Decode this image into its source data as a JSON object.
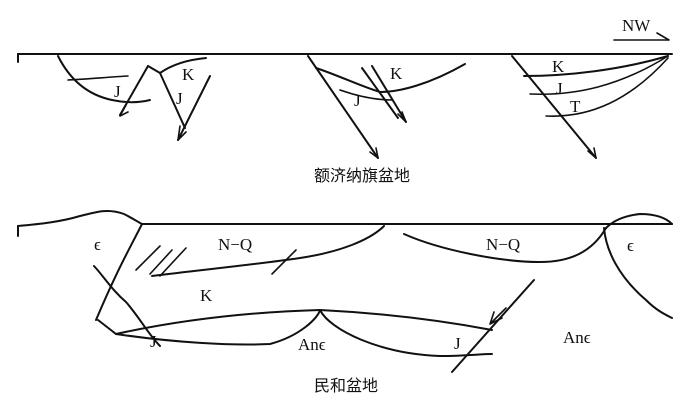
{
  "top_section": {
    "direction_label": "NW",
    "caption": "额济纳旗盆地",
    "units": {
      "k1": "K",
      "j1": "J",
      "j2": "J",
      "k2": "K",
      "j3": "J",
      "k3": "K",
      "j4": "J",
      "t1": "T"
    }
  },
  "bottom_section": {
    "caption": "民和盆地",
    "units": {
      "c1": "ϵ",
      "nq1": "N−Q",
      "k1": "K",
      "j1": "J",
      "an1": "Anϵ",
      "j2": "J",
      "nq2": "N−Q",
      "an2": "Anϵ",
      "c2": "ϵ"
    }
  }
}
